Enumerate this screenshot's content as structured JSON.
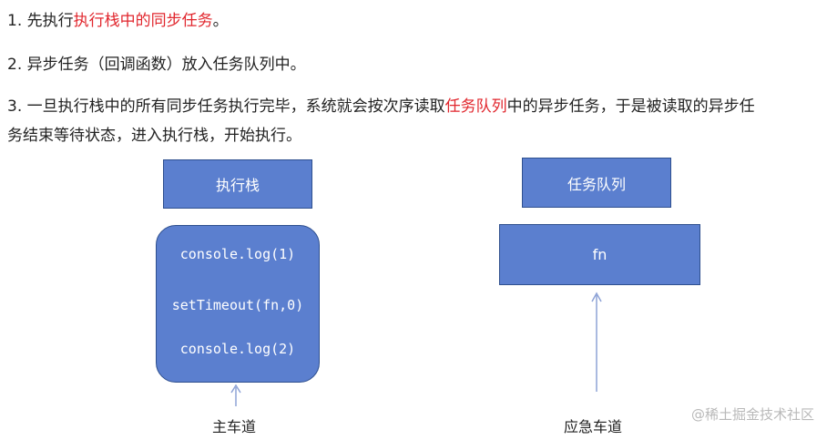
{
  "lines": [
    {
      "parts": [
        "1. 先执行",
        "执行栈中的同步任务",
        "。"
      ]
    },
    {
      "text": "2. 异步任务（回调函数）放入任务队列中。"
    },
    {
      "parts": [
        "3. 一旦执行栈中的所有同步任务执行完毕，系统就会按次序读取",
        "任务队列",
        "中的异步任务，于是被读取的异步任"
      ]
    },
    {
      "text": "务结束等待状态，进入执行栈，开始执行。"
    }
  ],
  "left": {
    "header": "执行栈",
    "code": [
      "console.log(1)",
      "setTimeout(fn,0)",
      "console.log(2)"
    ],
    "caption": "主车道"
  },
  "right": {
    "header": "任务队列",
    "item": "fn",
    "caption": "应急车道"
  },
  "watermark": "@稀土掘金技术社区",
  "colors": {
    "box_fill": "#5b7fcf",
    "highlight": "#e1262d",
    "arrow": "#8da2d6"
  }
}
